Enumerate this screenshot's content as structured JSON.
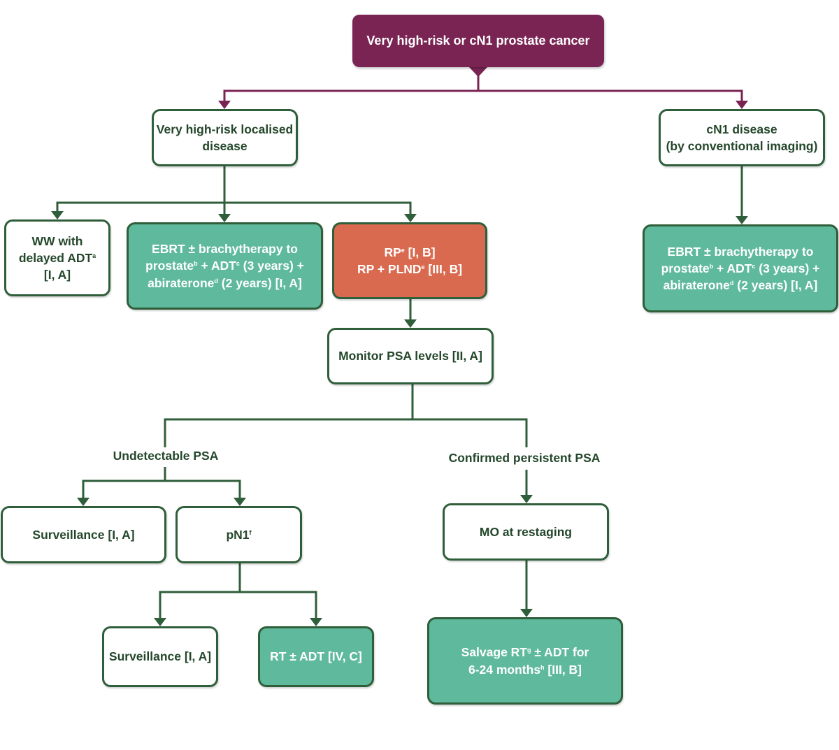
{
  "title": "Very high-risk or cN1 prostate cancer",
  "colors": {
    "root_fill": "#7a2453",
    "connector_root": "#7a2453",
    "connector": "#2f5e3a",
    "box_border": "#2f5e3a",
    "treatment_fill": "#5fb99c",
    "surgery_fill": "#d96a4f"
  },
  "nodes": {
    "very_high_risk": {
      "lines": [
        {
          "text": "Very high-risk localised"
        },
        {
          "text": "disease"
        }
      ]
    },
    "cn1": {
      "lines": [
        {
          "text": "cN1 disease"
        },
        {
          "text": "(by conventional imaging)"
        }
      ]
    },
    "ww": {
      "lines": [
        {
          "text": "WW with"
        },
        {
          "text": "delayed ADT",
          "sup": "a"
        },
        {
          "text": "[I, A]"
        }
      ]
    },
    "ebrt_left": {
      "lines": [
        {
          "text": "EBRT ± brachytherapy to"
        },
        {
          "text": "prostate",
          "sup": "b",
          "post": " + ADT",
          "sup2": "c",
          "post2": " (3 years) +"
        },
        {
          "text": "abiraterone",
          "sup": "d",
          "post": " (2 years) [I, A]"
        }
      ]
    },
    "rp": {
      "lines": [
        {
          "text": "RP",
          "sup": "e",
          "post": " [I, B]"
        },
        {
          "text": "RP + PLND",
          "sup": "e",
          "post": " [III, B]"
        }
      ]
    },
    "ebrt_right": {
      "lines": [
        {
          "text": "EBRT ± brachytherapy to"
        },
        {
          "text": "prostate",
          "sup": "b",
          "post": " + ADT",
          "sup2": "c",
          "post2": " (3 years) +"
        },
        {
          "text": "abiraterone",
          "sup": "d",
          "post": " (2 years) [I, A]"
        }
      ]
    },
    "monitor": {
      "lines": [
        {
          "text": "Monitor PSA levels [II, A]"
        }
      ]
    },
    "surveillance_1": {
      "lines": [
        {
          "text": "Surveillance [I, A]"
        }
      ]
    },
    "pn1": {
      "lines": [
        {
          "text": "pN1",
          "sup": "f"
        }
      ]
    },
    "mo": {
      "lines": [
        {
          "text": "MO at restaging"
        }
      ]
    },
    "surveillance_2": {
      "lines": [
        {
          "text": "Surveillance [I, A]"
        }
      ]
    },
    "rt_adt": {
      "lines": [
        {
          "text": "RT ± ADT [IV, C]"
        }
      ]
    },
    "salvage": {
      "lines": [
        {
          "text": "Salvage RT",
          "sup": "g",
          "post": " ± ADT for"
        },
        {
          "text": "6-24 months",
          "sup": "h",
          "post": " [III, B]"
        }
      ]
    }
  },
  "branch_labels": {
    "undetectable": "Undetectable PSA",
    "persistent": "Confirmed persistent PSA"
  }
}
